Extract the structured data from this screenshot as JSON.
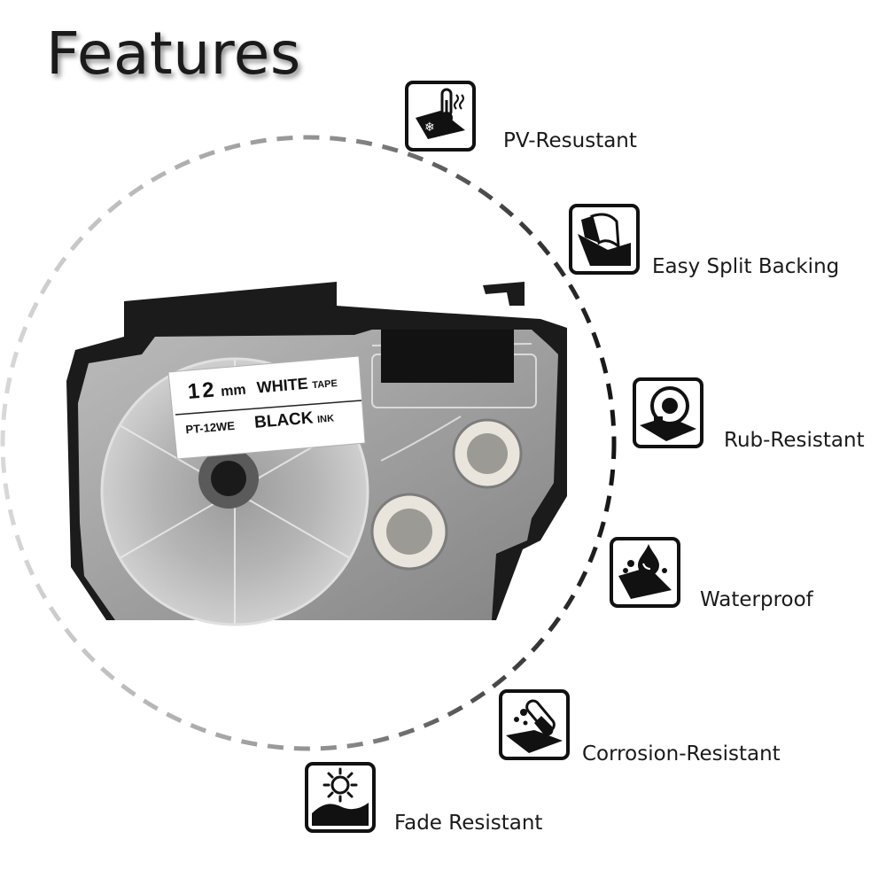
{
  "header": {
    "title": "Features"
  },
  "cartridge": {
    "size_number": "12",
    "size_unit": "mm",
    "tape_color": "WHITE",
    "tape_word": "TAPE",
    "model": "PT-12WE",
    "ink_color": "BLACK",
    "ink_word": "INK"
  },
  "features": [
    {
      "label": "PV-Resustant",
      "icon": "thermometer-snowflake-icon"
    },
    {
      "label": "Easy Split Backing",
      "icon": "peel-backing-icon"
    },
    {
      "label": "Rub-Resistant",
      "icon": "rub-roller-icon"
    },
    {
      "label": "Waterproof",
      "icon": "water-drop-icon"
    },
    {
      "label": "Corrosion-Resistant",
      "icon": "test-tube-icon"
    },
    {
      "label": "Fade Resistant",
      "icon": "sun-icon"
    }
  ],
  "colors": {
    "ink": "#111111",
    "background": "#ffffff",
    "circle_dash": "#1a1a1a"
  }
}
